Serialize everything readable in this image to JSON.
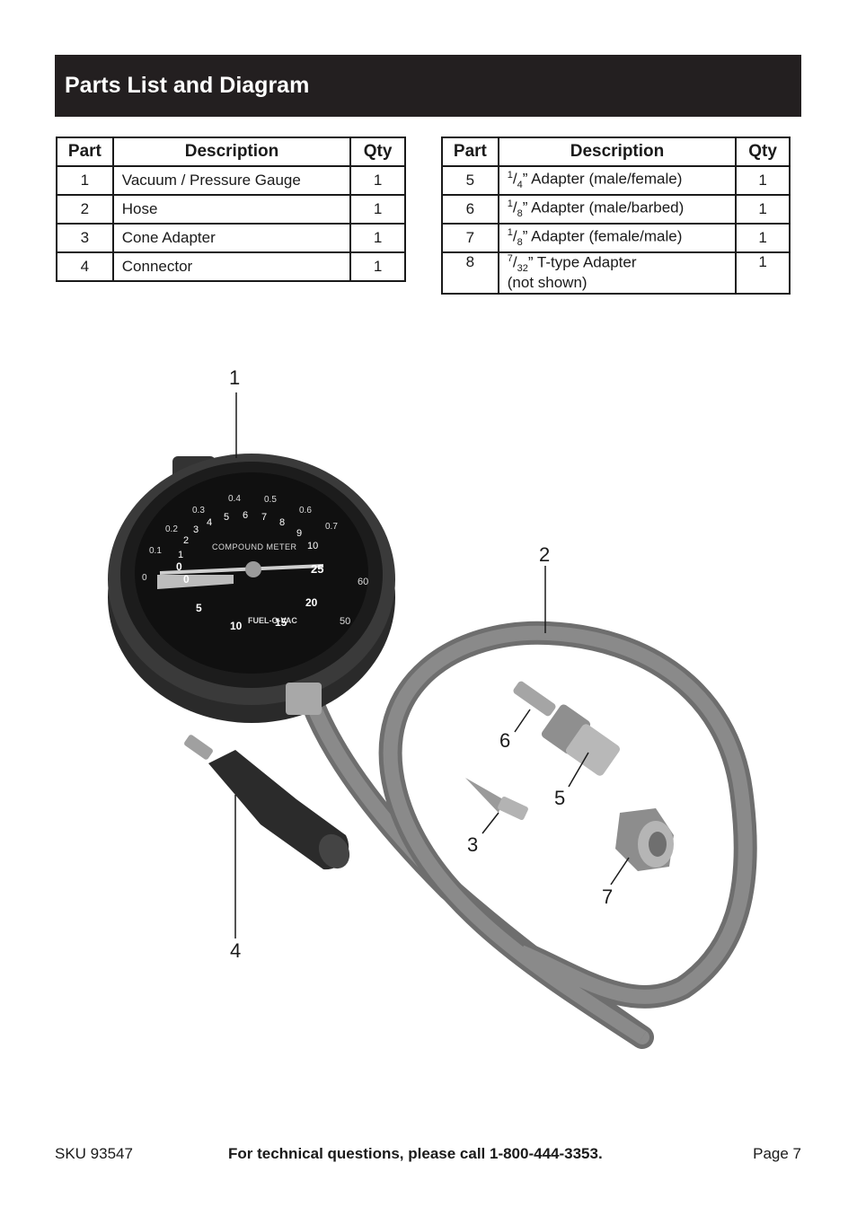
{
  "header": {
    "title": "Parts List and Diagram"
  },
  "table_left": {
    "headers": [
      "Part",
      "Description",
      "Qty"
    ],
    "rows": [
      {
        "part": "1",
        "desc": "Vacuum / Pressure Gauge",
        "qty": "1"
      },
      {
        "part": "2",
        "desc": "Hose",
        "qty": "1"
      },
      {
        "part": "3",
        "desc": "Cone Adapter",
        "qty": "1"
      },
      {
        "part": "4",
        "desc": "Connector",
        "qty": "1"
      }
    ]
  },
  "table_right": {
    "headers": [
      "Part",
      "Description",
      "Qty"
    ],
    "rows": [
      {
        "part": "5",
        "num": "1",
        "den": "4",
        "desc": "” Adapter (male/female)",
        "qty": "1"
      },
      {
        "part": "6",
        "num": "1",
        "den": "8",
        "desc": "” Adapter (male/barbed)",
        "qty": "1"
      },
      {
        "part": "7",
        "num": "1",
        "den": "8",
        "desc": "” Adapter (female/male)",
        "qty": "1"
      },
      {
        "part": "8",
        "num": "7",
        "den": "32",
        "desc": "” T-type Adapter",
        "desc2": "(not shown)",
        "qty": "1"
      }
    ]
  },
  "diagram": {
    "callouts": [
      "1",
      "2",
      "3",
      "4",
      "5",
      "6",
      "7"
    ],
    "gauge": {
      "title": "COMPOUND METER",
      "brand": "FUEL-O-VAC",
      "outer_scale": [
        "0",
        "0.1",
        "0.2",
        "0.3",
        "0.4",
        "0.5",
        "0.6",
        "0.7"
      ],
      "inner_scale": [
        "0",
        "1",
        "2",
        "3",
        "4",
        "5",
        "6",
        "7",
        "8",
        "9",
        "10"
      ],
      "vacuum_scale": [
        "0",
        "5",
        "10",
        "15",
        "20",
        "25"
      ],
      "right_scale": [
        "60",
        "50"
      ]
    }
  },
  "footer": {
    "sku": "SKU 93547",
    "tech": "For technical questions, please call 1-800-444-3353.",
    "page": "Page 7"
  }
}
